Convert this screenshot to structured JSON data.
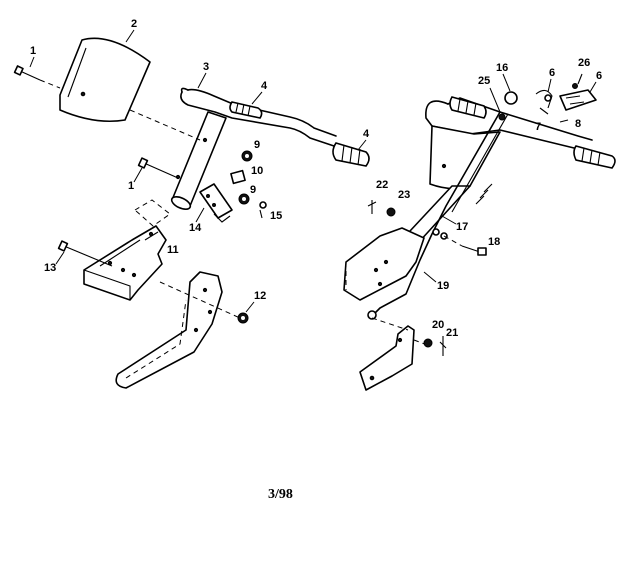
{
  "diagram": {
    "date_code": "3/98",
    "callouts": [
      "1",
      "2",
      "3",
      "4",
      "9",
      "10",
      "1",
      "9",
      "14",
      "15",
      "11",
      "13",
      "12",
      "4",
      "16",
      "25",
      "6",
      "26",
      "6",
      "7",
      "8",
      "22",
      "23",
      "17",
      "18",
      "19",
      "20",
      "21"
    ]
  }
}
